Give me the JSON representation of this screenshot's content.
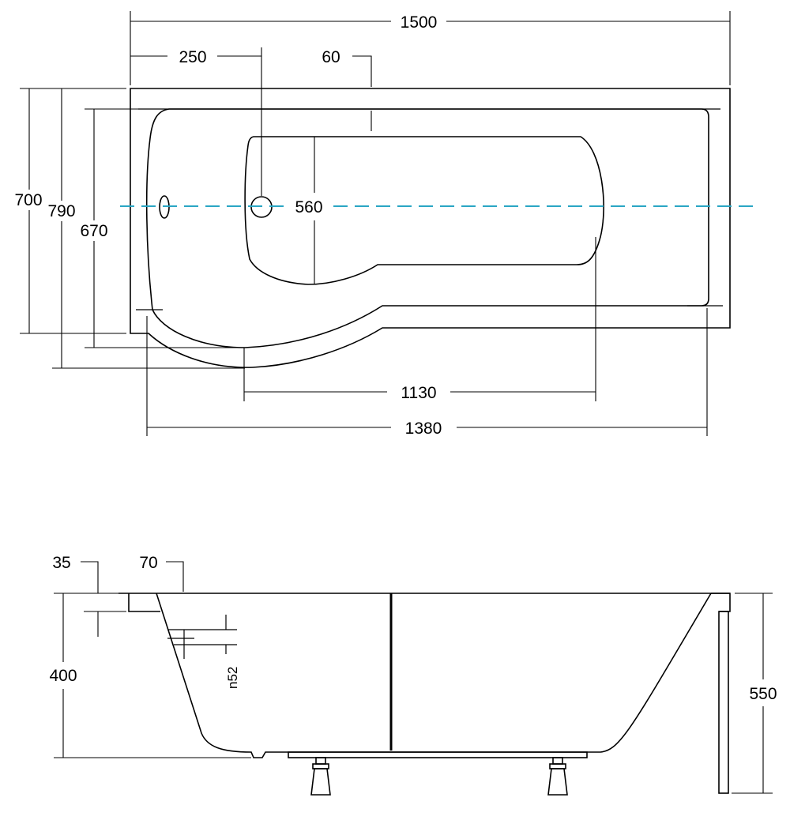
{
  "top_view": {
    "overall_length": "1500",
    "drain_offset": "250",
    "rim_width": "60",
    "inner_depth": "560",
    "height_outer": "700",
    "height_total": "790",
    "height_inner": "670",
    "inner_length": "1130",
    "basin_length": "1380"
  },
  "side_view": {
    "rim_thickness": "35",
    "rim_edge": "70",
    "depth": "400",
    "overflow": "n52",
    "total_height": "550"
  },
  "colors": {
    "lines": "#000000",
    "center_axis": "#2aa6c4"
  }
}
